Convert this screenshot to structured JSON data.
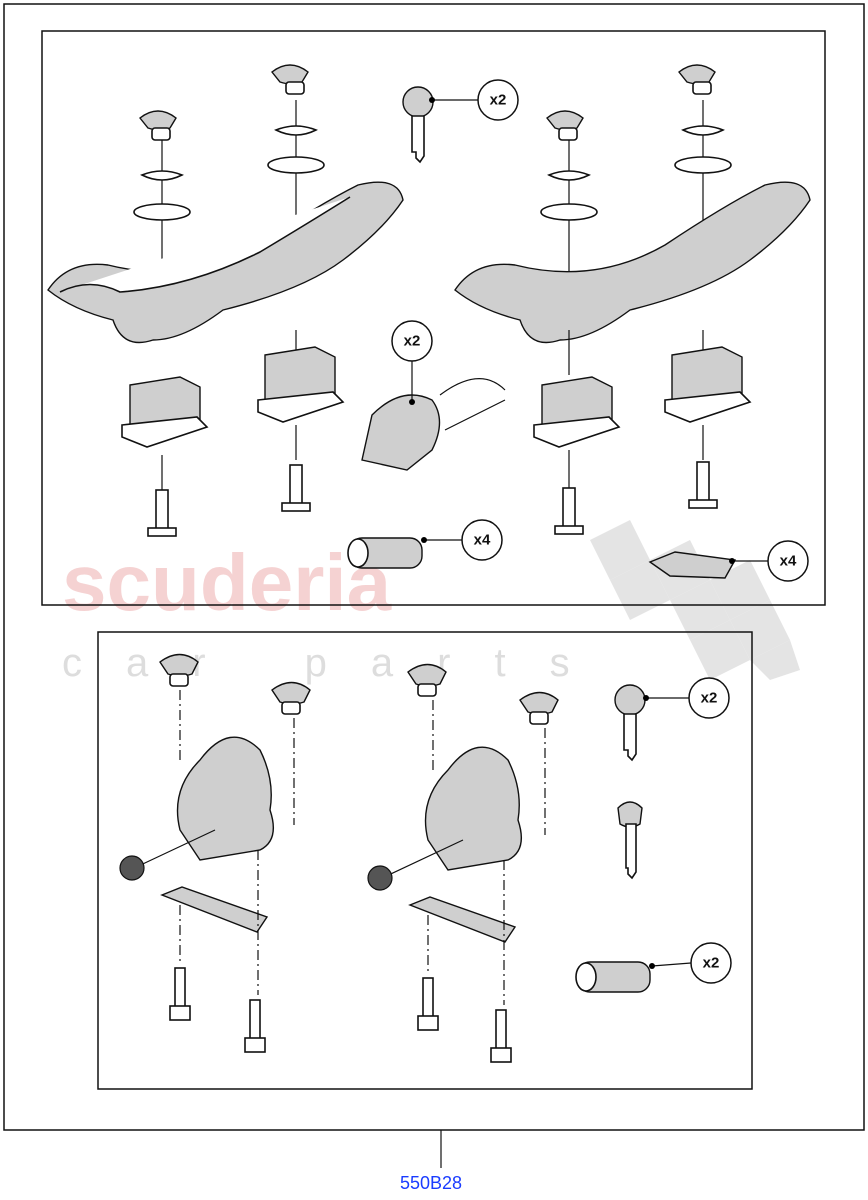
{
  "diagram": {
    "reference_code": "550B28",
    "watermark": {
      "brand": "scuderia",
      "tagline": "car parts"
    },
    "callouts": {
      "upper_key": "x2",
      "upper_lock_cap": "x2",
      "upper_lock_cylinder": "x4",
      "upper_clip": "x4",
      "lower_key": "x2",
      "lower_lock_cylinder": "x2"
    },
    "colors": {
      "link": "#1a3cff",
      "watermark": "#f2c4c4"
    }
  }
}
